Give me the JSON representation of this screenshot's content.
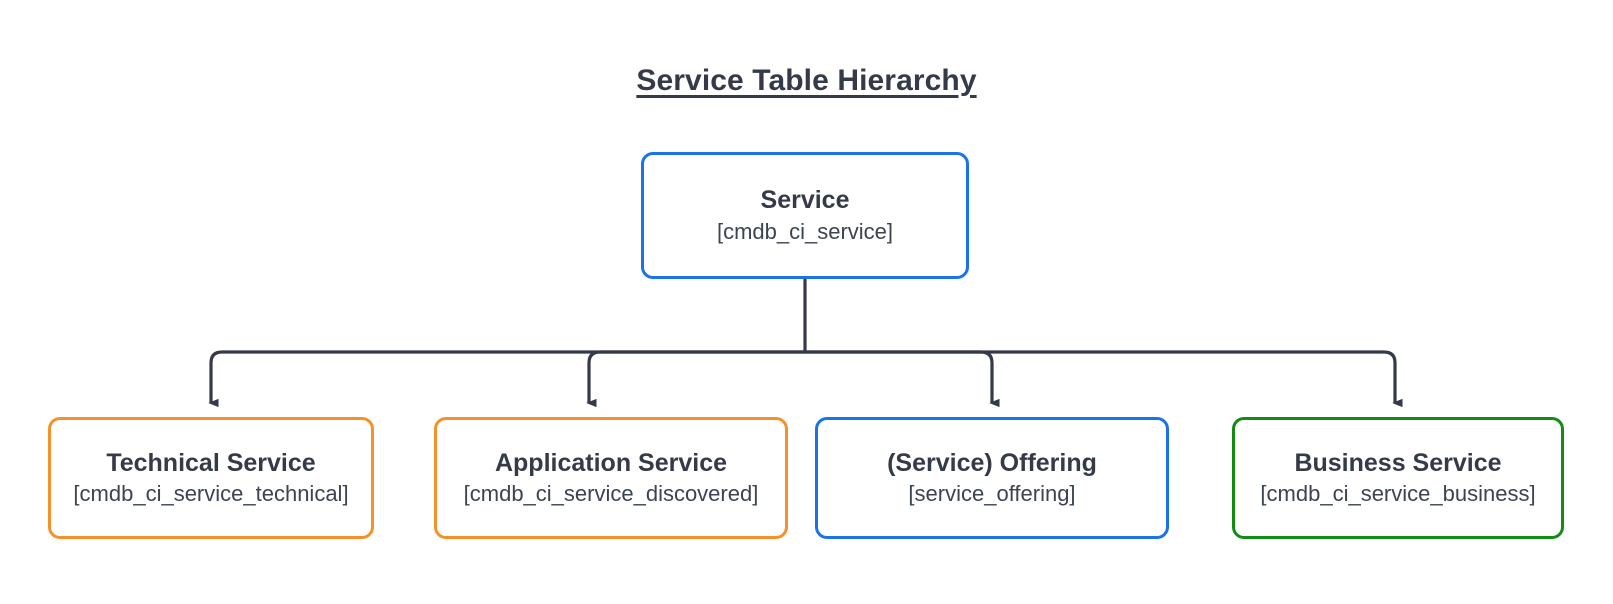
{
  "diagram": {
    "title": "Service Table Hierarchy",
    "type": "hierarchy-tree",
    "background_color": "#ffffff",
    "connector_color": "#343a47",
    "text_color": "#343a47",
    "colors": {
      "blue": "#1a73e8",
      "orange": "#f5912b",
      "green": "#128c13"
    },
    "root": {
      "name": "Service",
      "table": "[cmdb_ci_service]",
      "border_color": "#1a73e8"
    },
    "children": [
      {
        "name": "Technical Service",
        "table": "[cmdb_ci_service_technical]",
        "border_color": "#f5912b"
      },
      {
        "name": "Application Service",
        "table": "[cmdb_ci_service_discovered]",
        "border_color": "#f5912b"
      },
      {
        "name": "(Service) Offering",
        "table": "[service_offering]",
        "border_color": "#1a73e8"
      },
      {
        "name": "Business Service",
        "table": "[cmdb_ci_service_business]",
        "border_color": "#128c13"
      }
    ]
  }
}
